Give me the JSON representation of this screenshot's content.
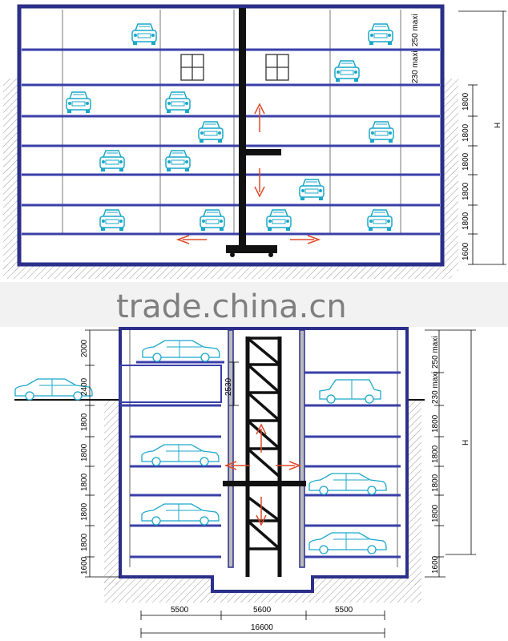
{
  "watermark": "trade.china.cn",
  "colors": {
    "wall": "#2b2f8a",
    "slab": "#3a3fa8",
    "car": "#1aa7c9",
    "arrow": "#e04a2a",
    "steel": "#111111",
    "hatch": "#9a9a9a"
  },
  "top": {
    "right_dims": [
      "250 maxi",
      "230 maxi",
      "1800",
      "1800",
      "1800",
      "1800",
      "1800",
      "1600"
    ],
    "height_label": "H"
  },
  "bottom": {
    "left_dims": [
      "2000",
      "2400",
      "1800",
      "1800",
      "1800",
      "1800",
      "1800",
      "1600"
    ],
    "mid_dim": "2530",
    "right_dims": [
      "250 maxi",
      "230 maxi",
      "1800",
      "1800",
      "1800",
      "1800",
      "1600"
    ],
    "height_label": "H",
    "bottom_dims": [
      "5500",
      "5600",
      "5500"
    ],
    "total_dim": "16600"
  }
}
